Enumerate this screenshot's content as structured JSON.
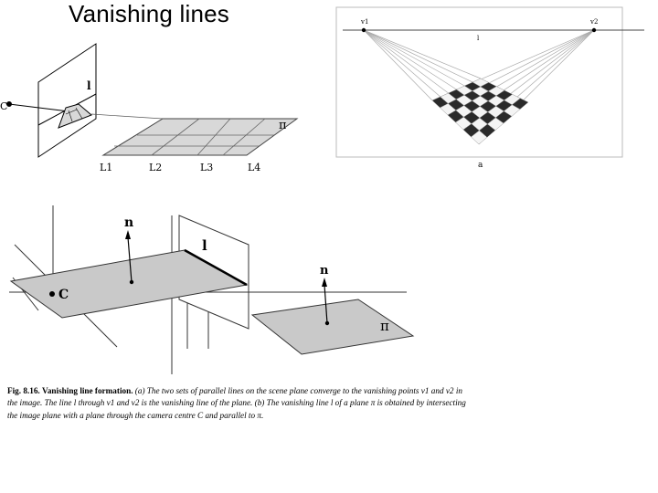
{
  "slide": {
    "title": "Vanishing lines"
  },
  "figure_a": {
    "camera_label": "C",
    "image_line_label": "l",
    "plane_label": "π",
    "line_labels": [
      "L1",
      "L2",
      "L3",
      "L4"
    ]
  },
  "figure_checker": {
    "v1_label": "v1",
    "v2_label": "v2",
    "line_label": "l",
    "sub_label": "a"
  },
  "figure_b": {
    "normal_label_1": "n",
    "image_line_label": "l",
    "camera_label": "C",
    "normal_label_2": "n",
    "plane_label": "π"
  },
  "caption": {
    "fig_no": "Fig. 8.16.",
    "heading": "Vanishing line formation.",
    "text": "(a) The two sets of parallel lines on the scene plane converge to the vanishing points v1 and v2 in the image. The line l through v1 and v2 is the vanishing line of the plane. (b) The vanishing line l of a plane π is obtained by intersecting the image plane with a plane through the camera centre C and parallel to π."
  }
}
